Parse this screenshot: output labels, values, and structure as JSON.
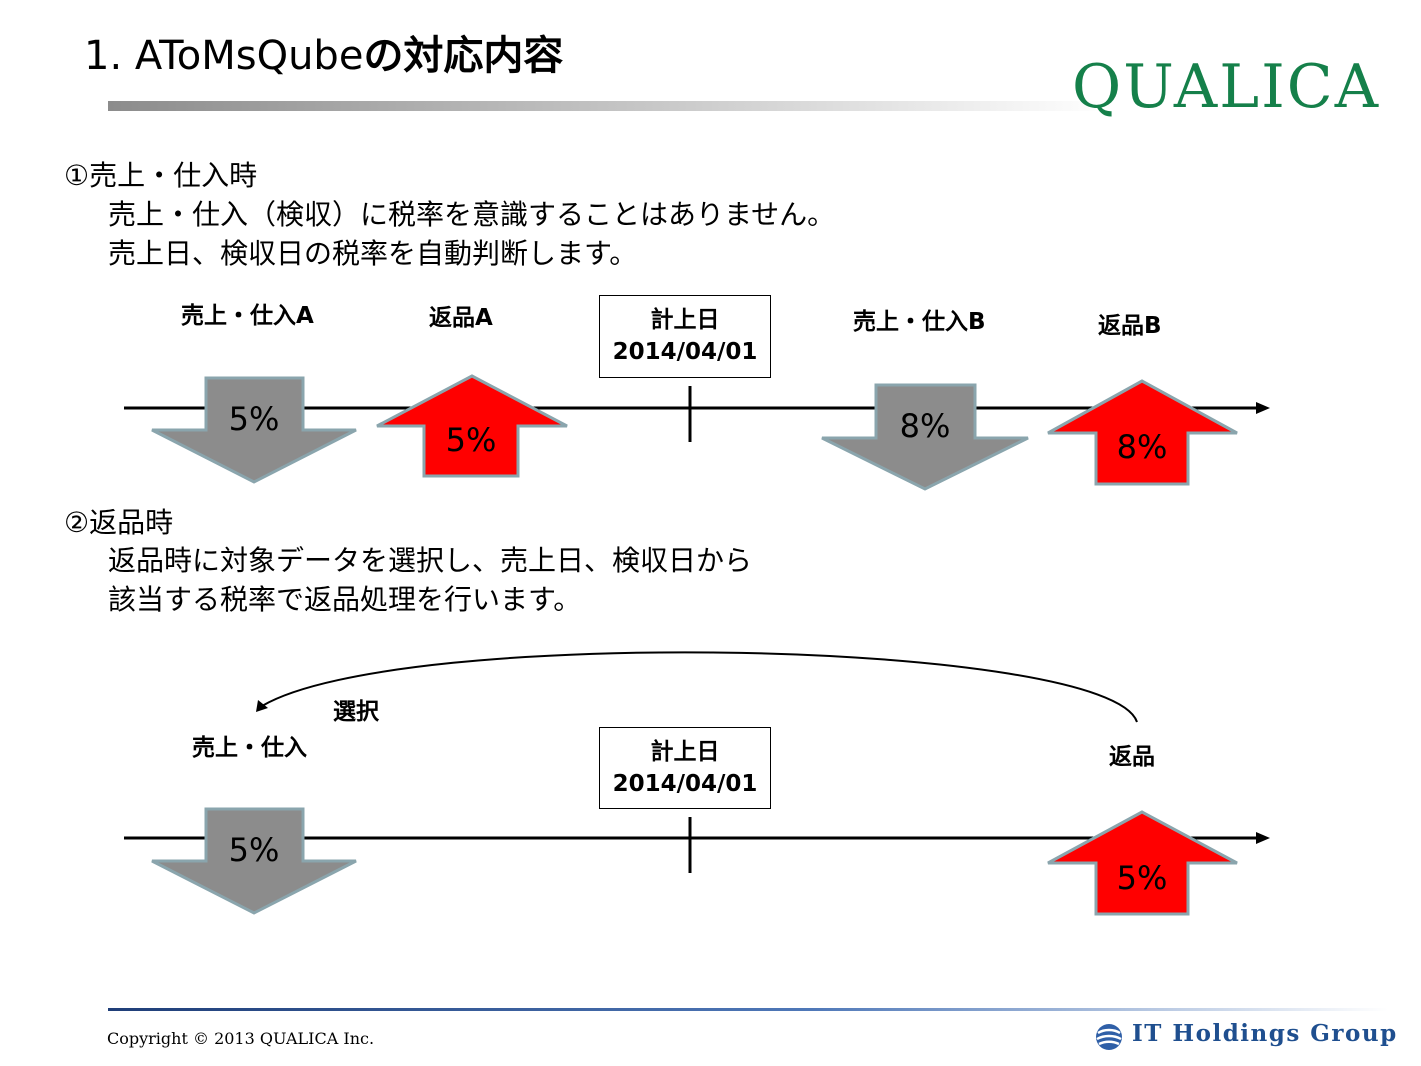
{
  "title": {
    "prefix": "1. AToMsQube",
    "suffix": "の対応内容"
  },
  "logo": {
    "text": "QUALICA",
    "color": "#15804a"
  },
  "section1": {
    "heading": "①売上・仕入時",
    "lines": [
      "売上・仕入（検収）に税率を意識することはありません。",
      "売上日、検収日の税率を自動判断します。"
    ],
    "labels": {
      "sale_a": "売上・仕入A",
      "return_a": "返品A",
      "sale_b": "売上・仕入B",
      "return_b": "返品B"
    },
    "date_box": {
      "line1": "計上日",
      "line2": "2014/04/01"
    },
    "arrows": {
      "sale_a": "5%",
      "return_a": "5%",
      "sale_b": "8%",
      "return_b": "8%"
    }
  },
  "section2": {
    "heading": "②返品時",
    "lines": [
      "返品時に対象データを選択し、売上日、検収日から",
      "該当する税率で返品処理を行います。"
    ],
    "labels": {
      "select": "選択",
      "sale": "売上・仕入",
      "return": "返品"
    },
    "date_box": {
      "line1": "計上日",
      "line2": "2014/04/01"
    },
    "arrows": {
      "sale": "5%",
      "return": "5%"
    }
  },
  "colors": {
    "sale_arrow": "#8c8c8c",
    "return_arrow": "#ff0000",
    "arrow_border": "#8aa5ad",
    "footer_accent": "#1f4f8f"
  },
  "footer": {
    "copyright": "Copyright © 2013 QUALICA Inc.",
    "group": "IT Holdings Group"
  }
}
